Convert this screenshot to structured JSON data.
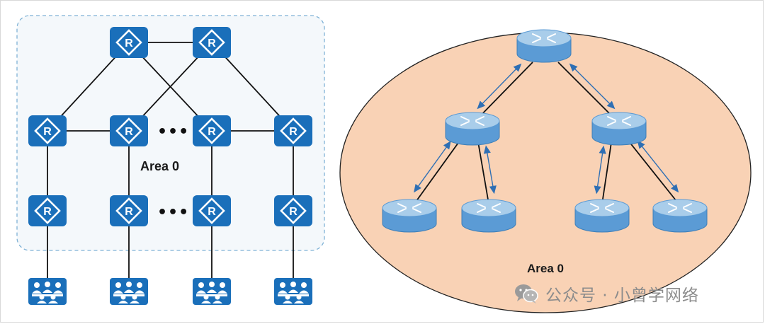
{
  "left_diagram": {
    "area_label": "Area 0",
    "ellipsis_row2": "•••",
    "ellipsis_row3": "•••",
    "router_glyph": "R",
    "icons": [
      "router-r-icon",
      "user-group-icon"
    ],
    "colors": {
      "router": "#1a6fba",
      "area_border": "#7fb2d6",
      "link": "#111111"
    }
  },
  "right_diagram": {
    "area_label": "Area 0",
    "icons": [
      "router-cylinder-icon",
      "bidirectional-arrow-icon"
    ],
    "colors": {
      "ellipse_fill": "#f9d2b5",
      "router_top": "#a9cdea",
      "router_side": "#5b9bd5"
    }
  },
  "watermark": {
    "text": "公众号 · 小曾学网络",
    "icon": "wechat-icon"
  }
}
